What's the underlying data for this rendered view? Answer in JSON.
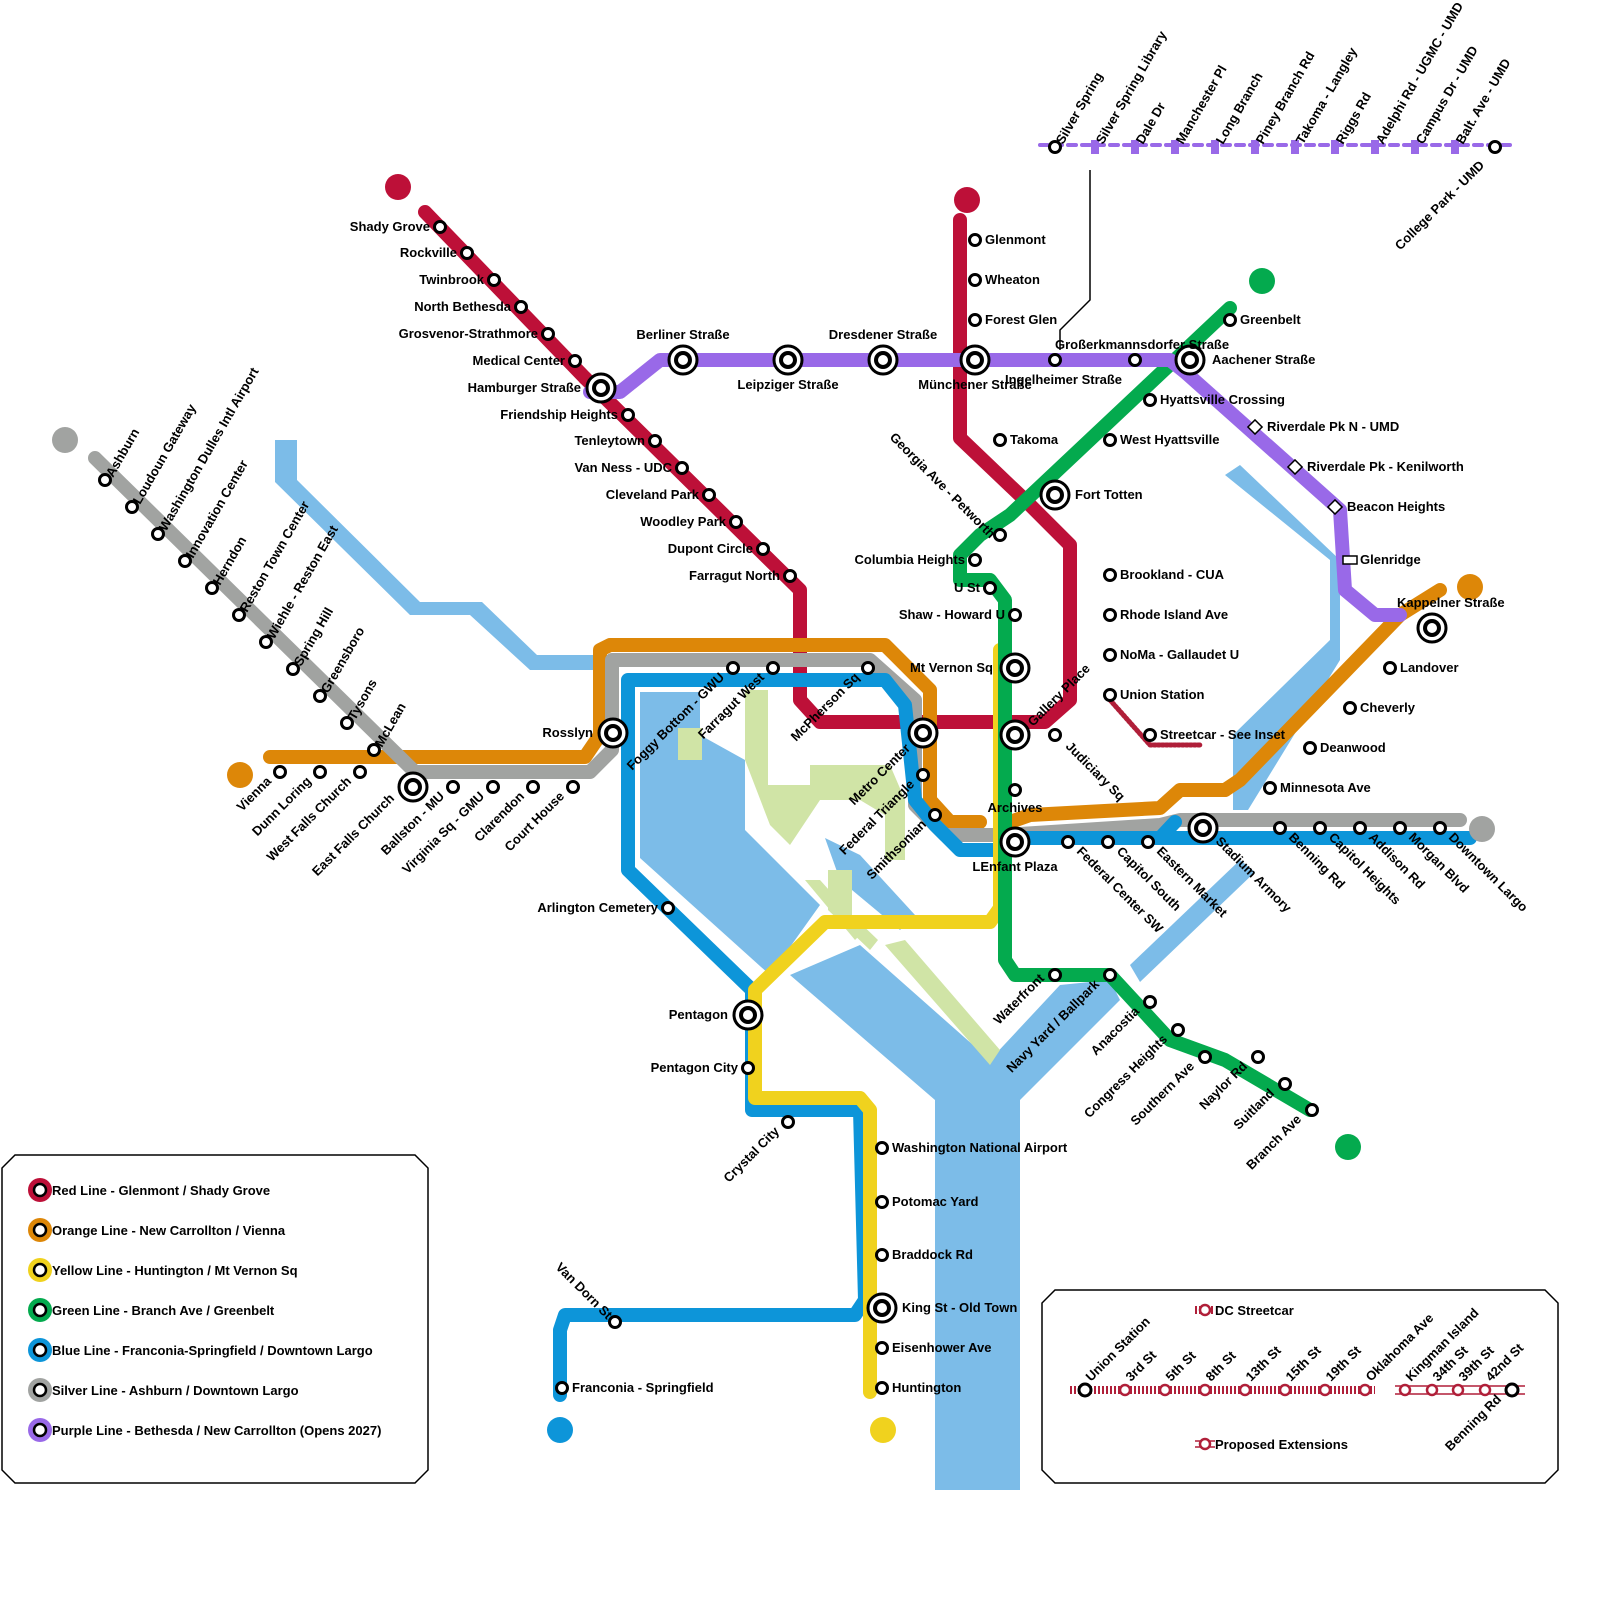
{
  "colors": {
    "water": "#7cbce8",
    "park": "#d0e4a6",
    "red": "#bd1038",
    "orange": "#dd8708",
    "yellow": "#f0d21e",
    "green": "#04aa4e",
    "blue": "#0d95d9",
    "silver": "#a1a3a1",
    "purple": "#9969e8",
    "streetcar": "#b01f39"
  },
  "stations": {
    "red": [
      "Shady Grove",
      "Rockville",
      "Twinbrook",
      "North Bethesda",
      "Grosvenor-Strathmore",
      "Medical Center",
      "Hamburger Straße",
      "Friendship Heights",
      "Tenleytown",
      "Van Ness - UDC",
      "Cleveland Park",
      "Woodley Park",
      "Dupont Circle",
      "Farragut North",
      "Glenmont",
      "Wheaton",
      "Forest Glen",
      "Takoma",
      "Fort Totten",
      "Brookland - CUA",
      "Rhode Island Ave",
      "NoMa - Gallaudet U",
      "Union Station",
      "Streetcar - See Inset"
    ],
    "purple": [
      "Berliner Straße",
      "Leipziger Straße",
      "Dresdener Straße",
      "Münchener Straße",
      "Großerkmannsdorfer Straße",
      "Ingelheimer Straße",
      "Aachener Straße",
      "Riverdale Pk N - UMD",
      "Riverdale Pk - Kenilworth",
      "Beacon Heights",
      "Glenridge",
      "Kappelner Straße",
      "Silver Spring",
      "Silver Spring Library",
      "Dale Dr",
      "Manchester Pl",
      "Long Branch",
      "Piney Branch Rd",
      "Takoma - Langley",
      "Riggs Rd",
      "Adelphi Rd - UGMC - UMD",
      "Campus Dr - UMD",
      "Balt. Ave - UMD",
      "College Park - UMD"
    ],
    "green": [
      "Greenbelt",
      "Hyattsville Crossing",
      "West Hyattsville",
      "Georgia Ave - Petworth",
      "Columbia Heights",
      "U St",
      "Shaw - Howard U",
      "Mt Vernon Sq",
      "Gallery Place",
      "Judiciary Sq",
      "Archives",
      "LEnfant Plaza",
      "Waterfront",
      "Navy Yard / Ballpark",
      "Anacostia",
      "Congress Heights",
      "Southern Ave",
      "Naylor Rd",
      "Suitland",
      "Branch Ave"
    ],
    "orange": [
      "Landover",
      "Cheverly",
      "Deanwood",
      "Minnesota Ave",
      "Vienna",
      "Dunn Loring",
      "West Falls Church",
      "East Falls Church",
      "Ballston - MU",
      "Virginia Sq - GMU",
      "Clarendon",
      "Court House",
      "Rosslyn",
      "Foggy Bottom - GWU",
      "Farragut West",
      "McPherson Sq",
      "Metro Center",
      "Federal Triangle",
      "Smithsonian",
      "Federal Center SW",
      "Capitol South",
      "Eastern Market",
      "Stadium Armory"
    ],
    "silver": [
      "Ashburn",
      "Loudoun Gateway",
      "Washington Dulles Intl Airport",
      "Innovation Center",
      "Herndon",
      "Reston Town Center",
      "Wiehle - Reston East",
      "Spring Hill",
      "Greensboro",
      "Tysons",
      "McLean",
      "Benning Rd",
      "Capitol Heights",
      "Addison Rd",
      "Morgan Blvd",
      "Downtown Largo"
    ],
    "blue": [
      "Arlington Cemetery",
      "Pentagon",
      "Pentagon City",
      "Crystal City",
      "Washington National Airport",
      "Potomac Yard",
      "Braddock Rd",
      "King St - Old Town",
      "Eisenhower Ave",
      "Huntington",
      "Van Dorn St",
      "Franconia - Springfield"
    ]
  },
  "legend": [
    {
      "label": "Red Line - Glenmont / Shady Grove",
      "color": "#bd1038"
    },
    {
      "label": "Orange Line - New Carrollton / Vienna",
      "color": "#dd8708"
    },
    {
      "label": "Yellow Line - Huntington / Mt Vernon Sq",
      "color": "#f0d21e"
    },
    {
      "label": "Green Line - Branch Ave / Greenbelt",
      "color": "#04aa4e"
    },
    {
      "label": "Blue Line - Franconia-Springfield / Downtown Largo",
      "color": "#0d95d9"
    },
    {
      "label": "Silver Line - Ashburn / Downtown Largo",
      "color": "#a1a3a1"
    },
    {
      "label": "Purple Line - Bethesda / New Carrollton (Opens 2027)",
      "color": "#9969e8"
    }
  ],
  "streetcar_inset": {
    "title": "DC Streetcar",
    "stops": [
      "Union Station",
      "3rd St",
      "5th St",
      "8th St",
      "13th St",
      "15th St",
      "19th St",
      "Oklahoma Ave",
      "Kingman Island",
      "34th St",
      "39th St",
      "42nd St",
      "Benning Rd"
    ],
    "proposed": "Proposed Extensions"
  }
}
